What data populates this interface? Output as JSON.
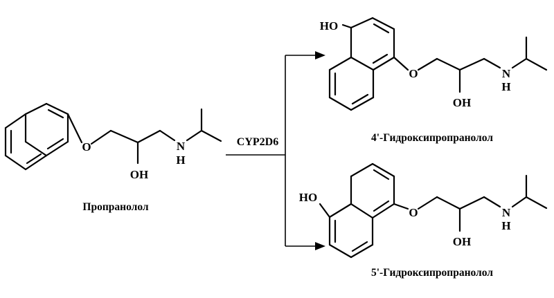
{
  "reaction": {
    "enzyme": "CYP2D6"
  },
  "atoms": {
    "oxygen": "O",
    "hydroxyl": "OH",
    "nitrogen": "N",
    "hydrogen": "H",
    "hydroxyl_left": "HO"
  },
  "compounds": {
    "substrate": "Пропранолол",
    "product_1": "4'-Гидроксипропранолол",
    "product_2": "5'-Гидроксипропранолол"
  }
}
